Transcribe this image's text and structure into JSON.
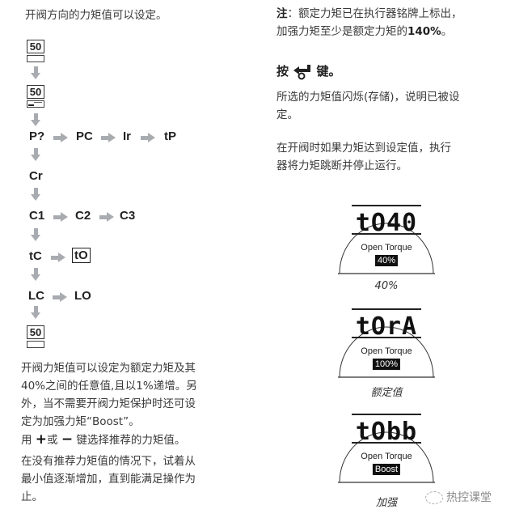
{
  "left_column": {
    "intro": "开阀方向的力矩值可以设定。",
    "flow": {
      "start_box": "50",
      "second_box": "50",
      "row1": [
        "P?",
        "PC",
        "Ir",
        "tP"
      ],
      "row2": [
        "Cr"
      ],
      "row3": [
        "C1",
        "C2",
        "C3"
      ],
      "row4": [
        "tC",
        "tO"
      ],
      "row5": [
        "LC",
        "LO"
      ],
      "end_box": "50"
    },
    "para1_lines": [
      "开阀力矩值可以设定为额定力矩及其",
      "40%之间的任意值,且以1%递增。另",
      "外，当不需要开阀力矩保护时还可设",
      "定为加强力矩“Boost”。"
    ],
    "para2_prefix": "用",
    "para2_mid": "或",
    "para2_suffix": "键选择推荐的力矩值。",
    "para3_lines": [
      "在没有推荐力矩值的情况下，试着从",
      "最小值逐渐增加，直到能满足操作为",
      "止。"
    ]
  },
  "right_column": {
    "note_label": "注",
    "note_line1": "：额定力矩已在执行器铭牌上标出，",
    "note_line2_prefix": "加强力矩至少是额定力矩的",
    "note_line2_value": "140%",
    "note_line2_suffix": "。",
    "press_prefix": "按",
    "press_suffix": "键。",
    "stored_lines": [
      "所选的力矩值闪烁(存储)，说明已被设",
      "定。"
    ],
    "trip_lines": [
      "在开阀时如果力矩达到设定值，执行",
      "器将力矩跳断并停止运行。"
    ]
  },
  "displays": [
    {
      "segments": "tO40",
      "label": "Open Torque",
      "value": "40%",
      "caption": "40%"
    },
    {
      "segments": "tOrA",
      "label": "Open Torque",
      "value": "100%",
      "caption": "额定值"
    },
    {
      "segments": "tObb",
      "label": "Open Torque",
      "value": "Boost",
      "caption": "加强"
    }
  ],
  "watermark": "热控课堂",
  "colors": {
    "arrow": "#a8acb0",
    "text": "#3a3a3a"
  }
}
